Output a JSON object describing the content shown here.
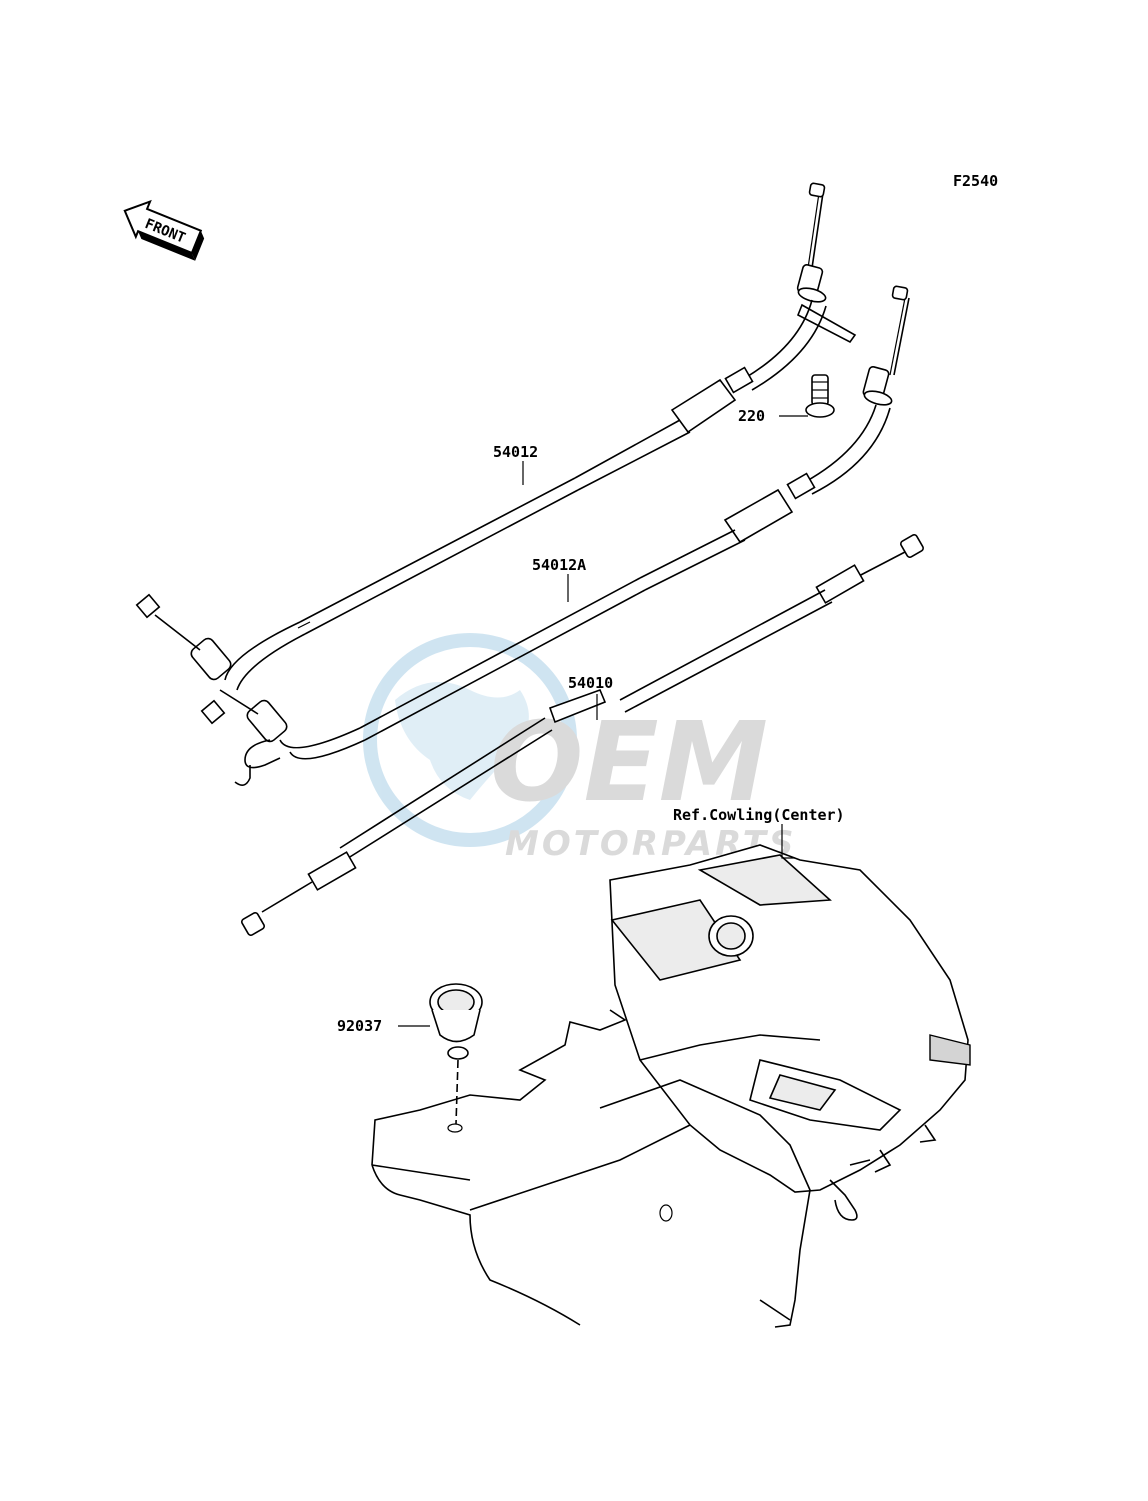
{
  "diagram": {
    "code": "F2540",
    "front_arrow": "FRONT",
    "watermark": {
      "main": "OEM",
      "sub": "MOTORPARTS"
    },
    "callouts": [
      {
        "id": "54012",
        "text": "54012"
      },
      {
        "id": "54012A",
        "text": "54012A"
      },
      {
        "id": "54010",
        "text": "54010"
      },
      {
        "id": "220",
        "text": "220"
      },
      {
        "id": "92037",
        "text": "92037"
      },
      {
        "id": "ref",
        "text": "Ref.Cowling(Center)"
      }
    ]
  },
  "colors": {
    "line": "#000000",
    "watermark": "#a9cfe6",
    "watermark_gray": "#bdbdbd"
  }
}
